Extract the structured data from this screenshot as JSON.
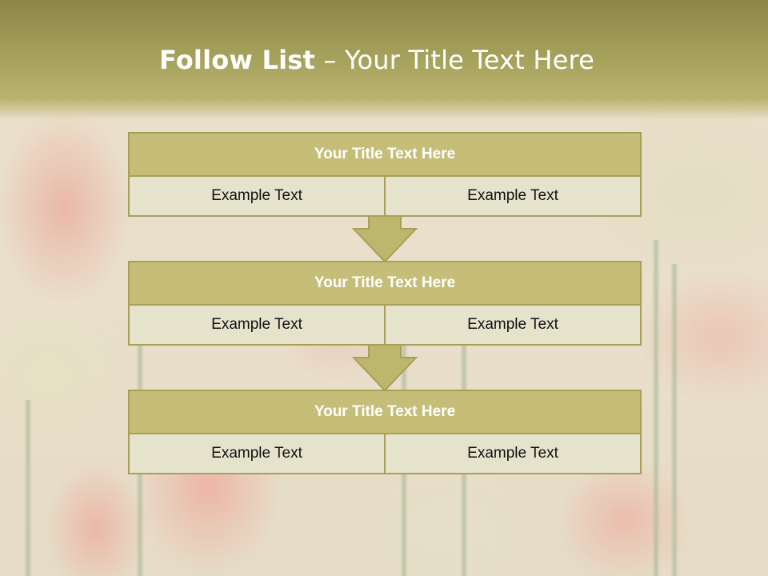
{
  "slide": {
    "title_bold": "Follow List",
    "title_rest": "– Your Title Text Here"
  },
  "blocks": [
    {
      "title": "Your Title Text Here",
      "left": "Example Text",
      "right": "Example Text"
    },
    {
      "title": "Your Title Text Here",
      "left": "Example Text",
      "right": "Example Text"
    },
    {
      "title": "Your Title Text Here",
      "left": "Example Text",
      "right": "Example Text"
    }
  ],
  "colors": {
    "header": "#a9a55f",
    "block_title_fill": "#c6bd79",
    "cell_fill": "#e6e3cc",
    "border": "#a8a058"
  }
}
